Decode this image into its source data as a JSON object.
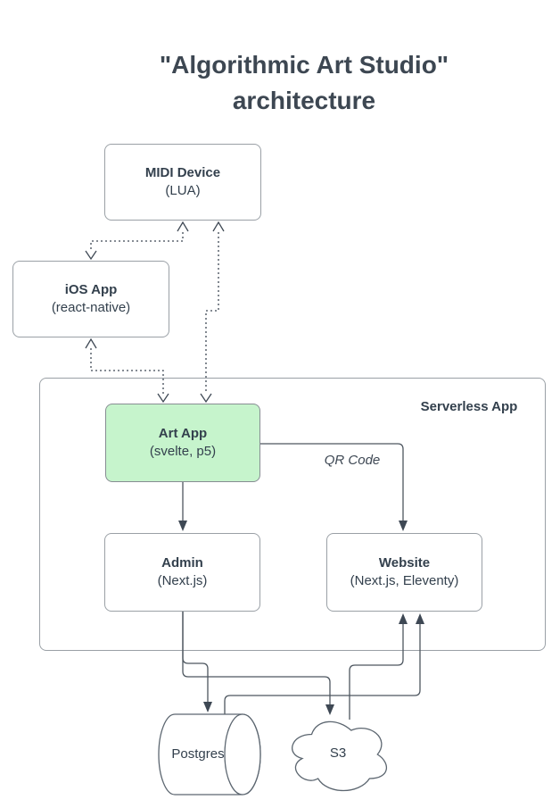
{
  "title": {
    "line1": "\"Algorithmic Art Studio\"",
    "line2": "architecture"
  },
  "nodes": {
    "midi": {
      "name": "MIDI Device",
      "tech": "(LUA)"
    },
    "ios": {
      "name": "iOS App",
      "tech": "(react-native)"
    },
    "serverless": {
      "label": "Serverless App"
    },
    "art": {
      "name": "Art App",
      "tech": "(svelte, p5)"
    },
    "admin": {
      "name": "Admin",
      "tech": "(Next.js)"
    },
    "website": {
      "name": "Website",
      "tech": "(Next.js, Eleventy)"
    },
    "postgres": {
      "name": "Postgres"
    },
    "s3": {
      "name": "S3"
    }
  },
  "edges": [
    {
      "from": "midi",
      "to": "ios",
      "style": "dashed",
      "bidirectional": true,
      "label": ""
    },
    {
      "from": "ios",
      "to": "art",
      "style": "dashed",
      "bidirectional": true,
      "label": ""
    },
    {
      "from": "midi",
      "to": "art",
      "style": "dashed",
      "bidirectional": true,
      "label": ""
    },
    {
      "from": "art",
      "to": "admin",
      "style": "solid",
      "bidirectional": false,
      "label": ""
    },
    {
      "from": "art",
      "to": "website",
      "style": "solid",
      "bidirectional": false,
      "label": "QR Code"
    },
    {
      "from": "admin",
      "to": "postgres",
      "style": "solid",
      "bidirectional": false,
      "label": ""
    },
    {
      "from": "admin",
      "to": "s3",
      "style": "solid",
      "bidirectional": false,
      "label": ""
    },
    {
      "from": "postgres",
      "to": "website",
      "style": "solid",
      "bidirectional": false,
      "label": ""
    },
    {
      "from": "s3",
      "to": "website",
      "style": "solid",
      "bidirectional": false,
      "label": ""
    }
  ],
  "colors": {
    "art_app_fill": "#c6f4cc",
    "box_border": "#9aa0a6",
    "shape_stroke": "#5c6670",
    "edge_solid": "#4d565f",
    "edge_dashed": "#3e4854",
    "text": "#33404d",
    "title": "#3d4752"
  }
}
